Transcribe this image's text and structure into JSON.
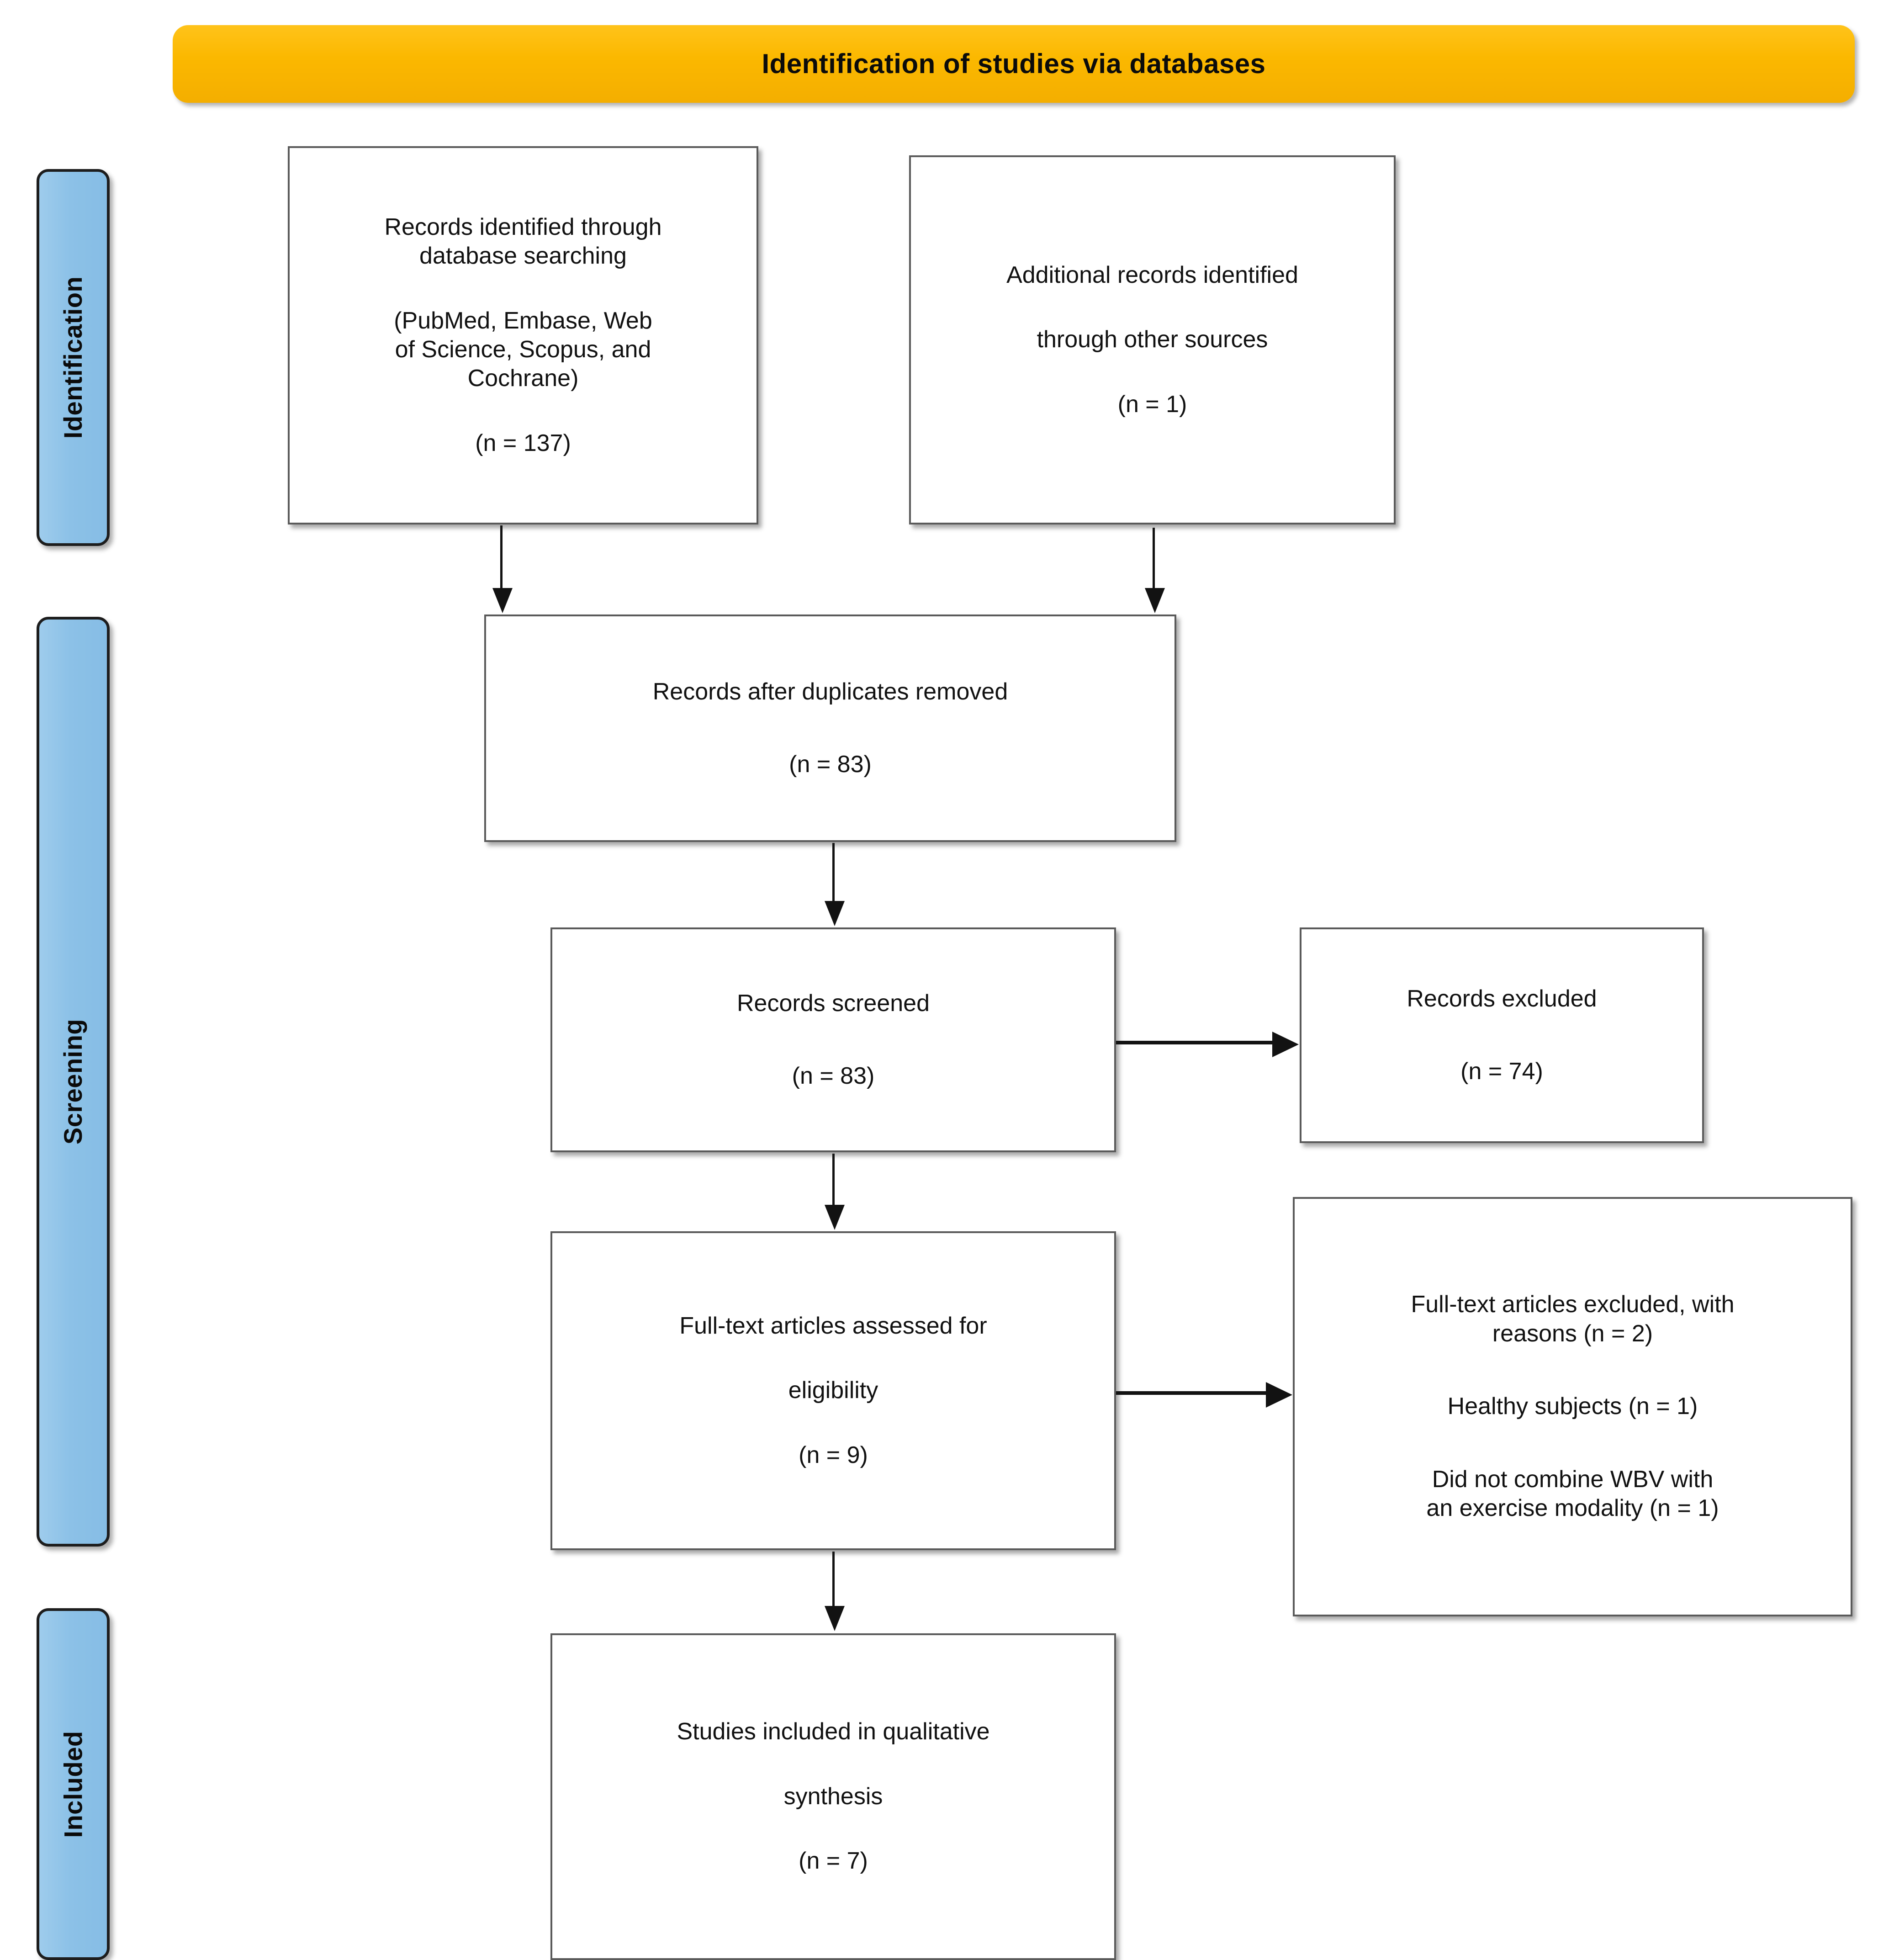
{
  "banner": {
    "title": "Identification of studies via databases",
    "color": "#FBB800"
  },
  "phases": {
    "identification": "Identification",
    "screening": "Screening",
    "included": "Included",
    "color": "#8CC1E7"
  },
  "boxes": {
    "db_search": {
      "line1": "Records identified through",
      "line2": "database searching",
      "line3": "(PubMed, Embase, Web",
      "line4": "of Science, Scopus, and",
      "line5": "Cochrane)",
      "count": "(n = 137)"
    },
    "other_sources": {
      "line1": "Additional records identified",
      "line2": "through other sources",
      "count": "(n = 1)"
    },
    "duplicates_removed": {
      "line1": "Records after duplicates removed",
      "count": "(n = 83)"
    },
    "records_screened": {
      "line1": "Records screened",
      "count": "(n = 83)"
    },
    "records_excluded": {
      "line1": "Records excluded",
      "count": "(n = 74)"
    },
    "fulltext_assessed": {
      "line1": "Full-text articles assessed for",
      "line2": "eligibility",
      "count": "(n = 9)"
    },
    "fulltext_excluded": {
      "line1": "Full-text articles excluded, with",
      "line2": "reasons (n = 2)",
      "reason1": "Healthy subjects (n = 1)",
      "reason2a": "Did not combine WBV with",
      "reason2b": "an exercise modality (n = 1)"
    },
    "studies_included": {
      "line1": "Studies included in qualitative",
      "line2": "synthesis",
      "count": "(n = 7)"
    }
  },
  "chart_data": {
    "type": "diagram",
    "title": "Identification of studies via databases",
    "phases": [
      "Identification",
      "Screening",
      "Included"
    ],
    "nodes": [
      {
        "id": "db_search",
        "phase": "Identification",
        "label": "Records identified through database searching (PubMed, Embase, Web of Science, Scopus, and Cochrane)",
        "n": 137
      },
      {
        "id": "other_sources",
        "phase": "Identification",
        "label": "Additional records identified through other sources",
        "n": 1
      },
      {
        "id": "duplicates_removed",
        "phase": "Screening",
        "label": "Records after duplicates removed",
        "n": 83
      },
      {
        "id": "records_screened",
        "phase": "Screening",
        "label": "Records screened",
        "n": 83
      },
      {
        "id": "records_excluded",
        "phase": "Screening",
        "label": "Records excluded",
        "n": 74
      },
      {
        "id": "fulltext_assessed",
        "phase": "Screening",
        "label": "Full-text articles assessed for eligibility",
        "n": 9
      },
      {
        "id": "fulltext_excluded",
        "phase": "Screening",
        "label": "Full-text articles excluded, with reasons",
        "n": 2,
        "reasons": [
          {
            "label": "Healthy subjects",
            "n": 1
          },
          {
            "label": "Did not combine WBV with an exercise modality",
            "n": 1
          }
        ]
      },
      {
        "id": "studies_included",
        "phase": "Included",
        "label": "Studies included in qualitative synthesis",
        "n": 7
      }
    ],
    "edges": [
      {
        "from": "db_search",
        "to": "duplicates_removed",
        "direction": "down"
      },
      {
        "from": "other_sources",
        "to": "duplicates_removed",
        "direction": "down"
      },
      {
        "from": "duplicates_removed",
        "to": "records_screened",
        "direction": "down"
      },
      {
        "from": "records_screened",
        "to": "records_excluded",
        "direction": "right"
      },
      {
        "from": "records_screened",
        "to": "fulltext_assessed",
        "direction": "down"
      },
      {
        "from": "fulltext_assessed",
        "to": "fulltext_excluded",
        "direction": "right"
      },
      {
        "from": "fulltext_assessed",
        "to": "studies_included",
        "direction": "down"
      }
    ]
  }
}
